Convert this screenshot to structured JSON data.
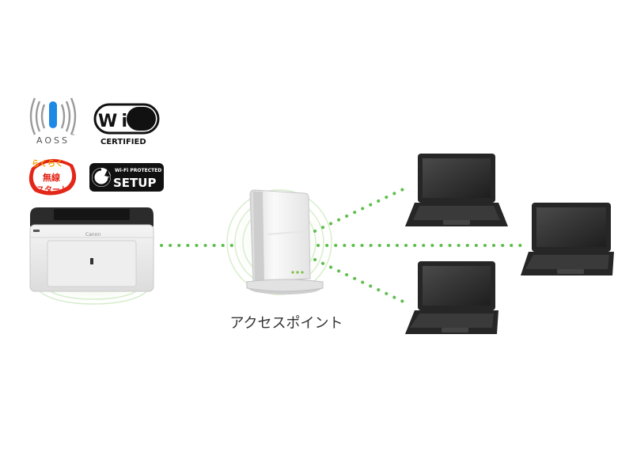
{
  "logos": {
    "aoss": {
      "text": "AOSS",
      "tm": "™"
    },
    "wifi": {
      "text": "WiFi",
      "sub": "CERTIFIED"
    },
    "rakuraku": {
      "top": "らくらく",
      "mid": "無線",
      "bot": "スタート"
    },
    "wps": {
      "top": "Wi-Fi PROTECTED",
      "main": "SETUP"
    }
  },
  "printer": {
    "brand": "Canon"
  },
  "access_point": {
    "label": "アクセスポイント"
  },
  "colors": {
    "link_dots": "#5cbf4a",
    "signal_glow": "#c8e8b8",
    "laptop_body": "#262626",
    "laptop_screen": "#3a3a3a"
  },
  "icons": [
    "wireless-signal-icon",
    "printer-icon",
    "access-point-icon",
    "laptop-icon"
  ]
}
